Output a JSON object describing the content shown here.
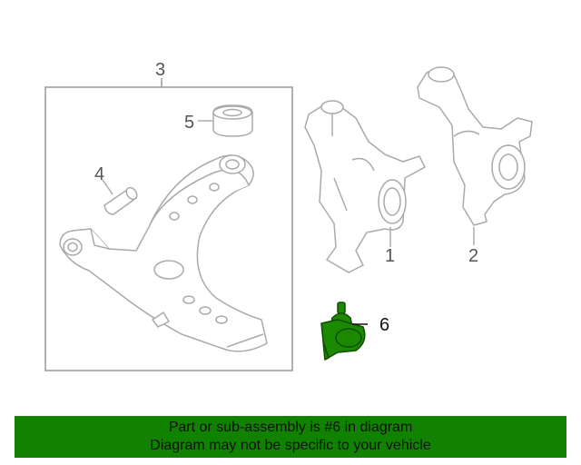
{
  "colors": {
    "line": "#aaaaaa",
    "frame": "#999999",
    "highlight_part": "#1c8a00",
    "banner_bg": "#118200",
    "banner_text": "#111111"
  },
  "callouts": {
    "c1": "1",
    "c2": "2",
    "c3": "3",
    "c4": "4",
    "c5": "5",
    "c6": "6"
  },
  "banner": {
    "line1": "Part or sub-assembly is #6 in diagram",
    "line2": "Diagram may not be specific to your vehicle"
  }
}
